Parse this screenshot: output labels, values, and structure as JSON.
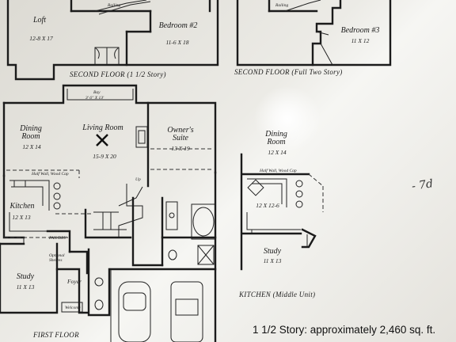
{
  "plans": {
    "second_floor_half": {
      "caption": "SECOND FLOOR (1 1/2 Story)",
      "loft": {
        "name": "Loft",
        "dims": "12-8 X 17"
      },
      "bedroom2": {
        "name": "Bedroom #2",
        "dims": "11-6 X 18"
      },
      "railing": "Railing"
    },
    "second_floor_full": {
      "caption": "SECOND FLOOR (Full Two Story)",
      "bedroom3": {
        "name": "Bedroom #3",
        "dims": "11 X 12"
      },
      "railing": "Railing"
    },
    "first_floor": {
      "caption": "FIRST FLOOR",
      "bay": {
        "name": "Bay",
        "dims": "3' 6\" X 13'"
      },
      "dining": {
        "name": "Dining Room",
        "dims": "12 X 14"
      },
      "living": {
        "name": "Living Room",
        "dims": "15-9 X 20"
      },
      "owners": {
        "name": "Owner's Suite",
        "dims": "13 X 19"
      },
      "kitchen": {
        "name": "Kitchen",
        "dims": "12 X 13"
      },
      "study": {
        "name": "Study",
        "dims": "11 X 13"
      },
      "foyer": "Foyer",
      "halfwall": "Half Wall, Wood Cap",
      "up": "Up",
      "pantry": "PAN/DRY",
      "closet": "Optional Shelves",
      "welcome": "Welcome"
    },
    "kitchen_middle": {
      "caption": "KITCHEN (Middle Unit)",
      "dining": {
        "name": "Dining Room",
        "dims": "12 X 14"
      },
      "kitchen": {
        "dims": "12 X 12-6"
      },
      "study": {
        "name": "Study",
        "dims": "11 X 13"
      },
      "halfwall": "Half Wall, Wood Cap"
    }
  },
  "summary": {
    "line1": "1 1/2 Story: approximately 2,460 sq. ft."
  },
  "annotation": "- 7d"
}
